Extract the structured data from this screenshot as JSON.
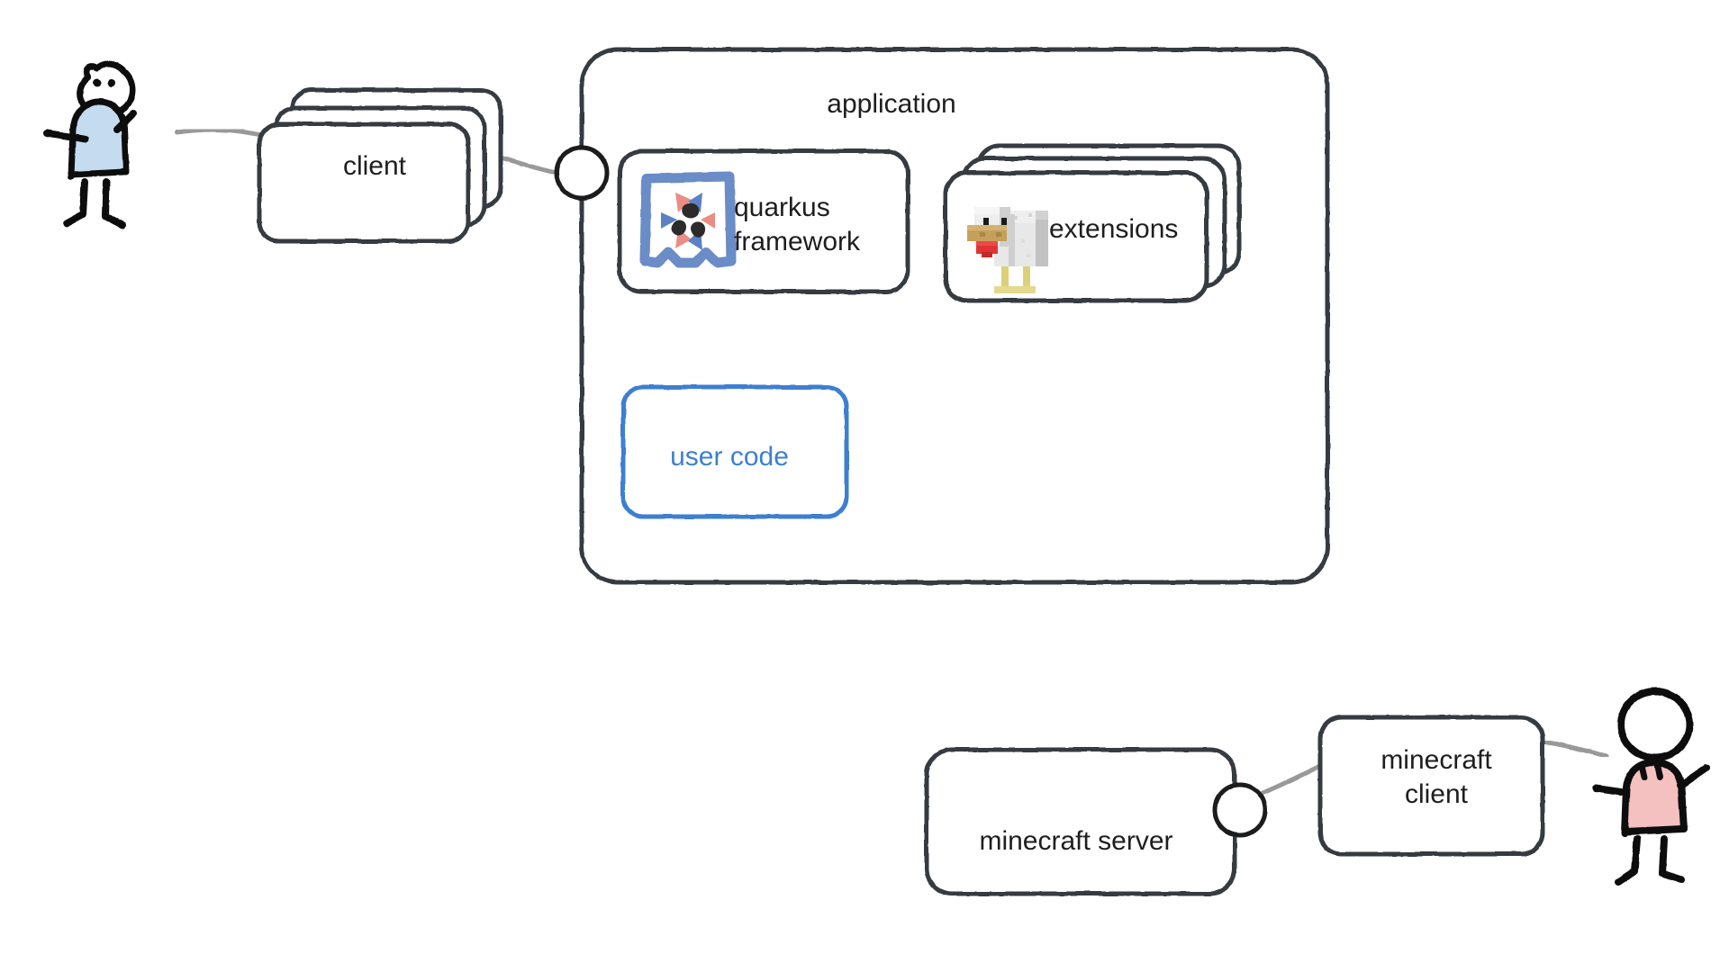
{
  "diagram": {
    "title": "quarkus minecraft architecture sketch",
    "style": "hand-drawn",
    "background_color": "#ffffff",
    "stroke_color": "#343a40",
    "accent_blue": "#3d7fd1",
    "connector_color": "#999999"
  },
  "actors": [
    {
      "id": "left-user",
      "name": "stick-figure-left",
      "body_color": "#c5dcf0",
      "outline_color": "#111111",
      "has_face": true
    },
    {
      "id": "right-user",
      "name": "stick-figure-right",
      "body_color": "#f5c0c0",
      "outline_color": "#111111",
      "has_face": false
    }
  ],
  "nodes": {
    "client": {
      "label": "client",
      "stacked": true,
      "stack_count": 2,
      "text_color": "#1e1e1e"
    },
    "application": {
      "label": "application",
      "text_color": "#1e1e1e"
    },
    "quarkus": {
      "label": "quarkus\nframework",
      "icon": "quarkus-logo-icon",
      "text_color": "#1e1e1e"
    },
    "extensions": {
      "label": "extensions",
      "icon": "minecraft-chicken-icon",
      "stacked": true,
      "stack_count": 3,
      "text_color": "#1e1e1e"
    },
    "user_code": {
      "label": "user code",
      "text_color": "#3d7fd1",
      "border_color": "#3d7fd1"
    },
    "minecraft_server": {
      "label": "minecraft server",
      "text_color": "#1e1e1e"
    },
    "minecraft_client": {
      "label": "minecraft\nclient",
      "text_color": "#1e1e1e"
    }
  },
  "connectors": [
    {
      "name": "left-user-to-client",
      "from": "left-user",
      "to": "client"
    },
    {
      "name": "client-to-application",
      "from": "client",
      "to": "application",
      "endpoint": "circle"
    },
    {
      "name": "mcserver-to-mcclient",
      "from": "minecraft_server",
      "to": "minecraft_client",
      "endpoint": "circle"
    },
    {
      "name": "mcclient-to-right-user",
      "from": "minecraft_client",
      "to": "right-user"
    }
  ],
  "icons": {
    "quarkus_logo": {
      "name": "quarkus-logo-icon",
      "frame_color": "#6a8cc7",
      "center_color": "#2b2b2b",
      "triangle_red": "#ec8d84",
      "triangle_blue": "#5c81c4"
    },
    "minecraft_chicken": {
      "name": "minecraft-chicken-icon",
      "body_color": "#e8e8e8",
      "shade_color": "#b9b9b9",
      "beak_color": "#c5a05a",
      "wattle_color": "#e03434",
      "leg_color": "#ddd07a",
      "eye_color": "#1b1b1b"
    }
  }
}
